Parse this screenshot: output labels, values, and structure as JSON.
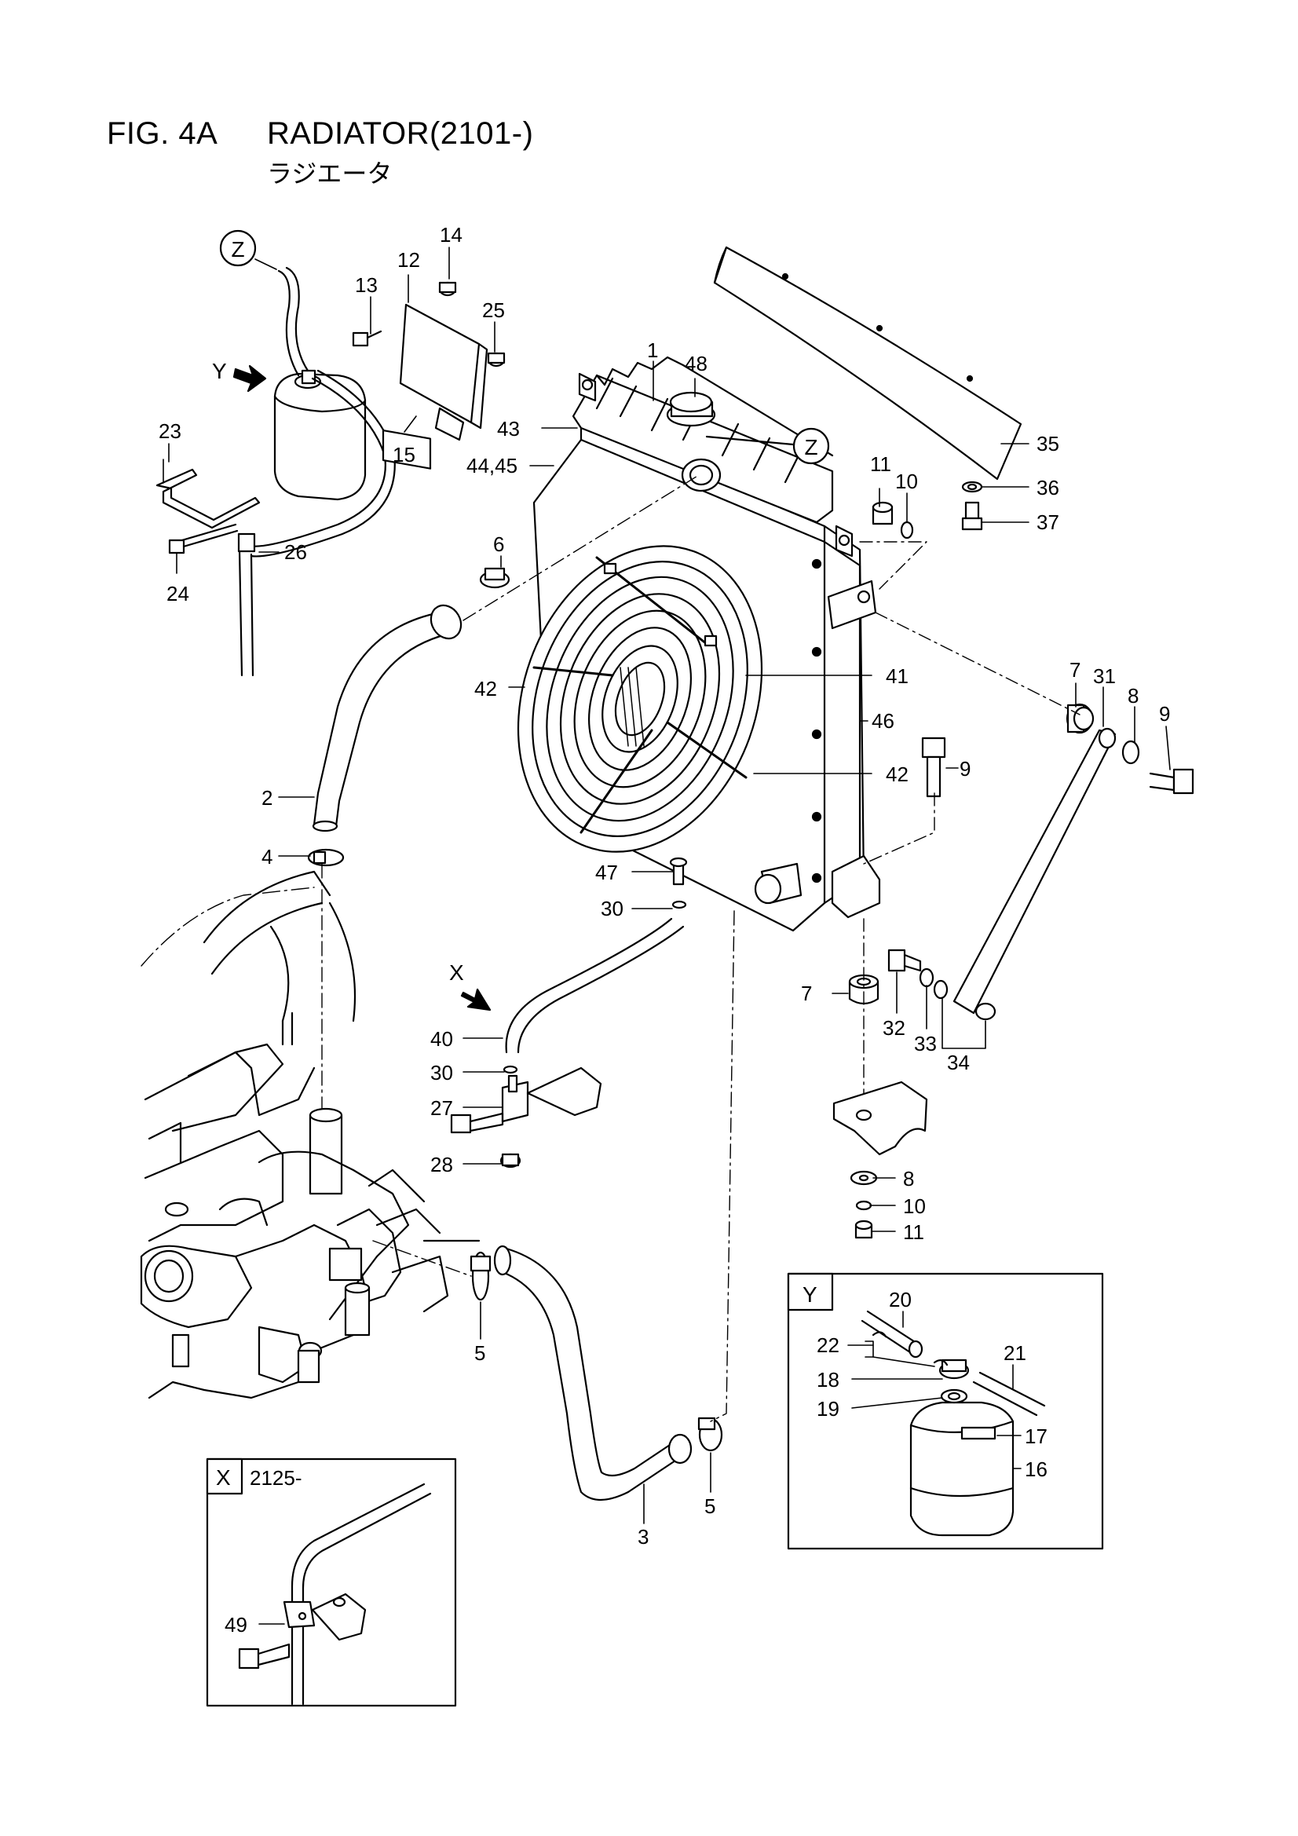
{
  "header": {
    "fig_number": "FIG. 4A",
    "title": "RADIATOR(2101-)",
    "subtitle": "ラジエータ"
  },
  "callouts": {
    "z_top": "Z",
    "z_mid": "Z",
    "y_arrow": "Y",
    "x_arrow": "X",
    "n1": "1",
    "n2": "2",
    "n3": "3",
    "n4": "4",
    "n5a": "5",
    "n5b": "5",
    "n6": "6",
    "n7a": "7",
    "n7b": "7",
    "n8a": "8",
    "n8b": "8",
    "n9a": "9",
    "n9b": "9",
    "n10a": "10",
    "n10b": "10",
    "n11a": "11",
    "n11b": "11",
    "n12": "12",
    "n13": "13",
    "n14": "14",
    "n15": "15",
    "n23": "23",
    "n24": "24",
    "n25": "25",
    "n26": "26",
    "n27": "27",
    "n28": "28",
    "n30a": "30",
    "n30b": "30",
    "n31": "31",
    "n32": "32",
    "n33": "33",
    "n34": "34",
    "n35": "35",
    "n36": "36",
    "n37": "37",
    "n40": "40",
    "n41": "41",
    "n42a": "42",
    "n42b": "42",
    "n43": "43",
    "n4445": "44,45",
    "n46": "46",
    "n47": "47",
    "n48": "48"
  },
  "detail_y": {
    "label": "Y",
    "n16": "16",
    "n17": "17",
    "n18": "18",
    "n19": "19",
    "n20": "20",
    "n21": "21",
    "n22": "22"
  },
  "detail_x": {
    "label": "X",
    "serial": "2125-",
    "n49": "49"
  }
}
